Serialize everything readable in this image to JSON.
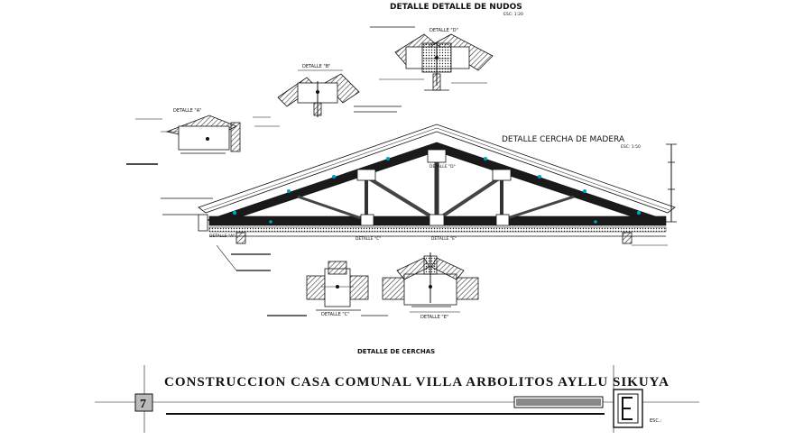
{
  "sheet": {
    "header_title": "DETALLE DETALLE DE NUDOS",
    "header_scale": "ESC: 1:20",
    "truss_title": "DETALLE CERCHA DE MADERA",
    "truss_scale": "ESC: 1:50",
    "section_caption": "DETALLE DE CERCHAS",
    "project_title": "CONSTRUCCION CASA COMUNAL VILLA ARBOLITOS AYLLU SIKUYA",
    "sheet_number": "7",
    "scale_label": "ESC.:"
  },
  "details": {
    "a": "DETALLE \"A\"",
    "b": "DETALLE \"B\"",
    "c": "DETALLE \"C\"",
    "d": "DETALLE \"D\"",
    "e": "DETALLE \"E\""
  },
  "truss_marks": {
    "a": "DETALLE \"A\"",
    "c": "DETALLE \"C\"",
    "d": "DETALLE \"D\"",
    "e": "DETALLE \"E\""
  },
  "colors": {
    "line": "#111111",
    "accent": "#00a0c8",
    "hatch": "#555555"
  }
}
